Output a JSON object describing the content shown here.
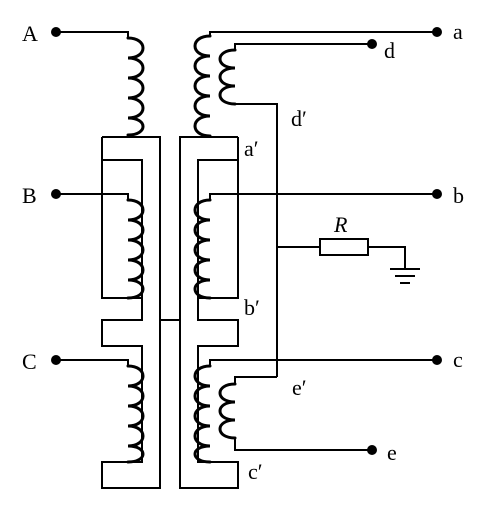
{
  "labels": {
    "A": "A",
    "B": "B",
    "C": "C",
    "a": "a",
    "b": "b",
    "c": "c",
    "d": "d",
    "e": "e",
    "a_prime": "a′",
    "b_prime": "b′",
    "c_prime": "c′",
    "d_prime": "d′",
    "e_prime": "e′",
    "R": "R"
  }
}
